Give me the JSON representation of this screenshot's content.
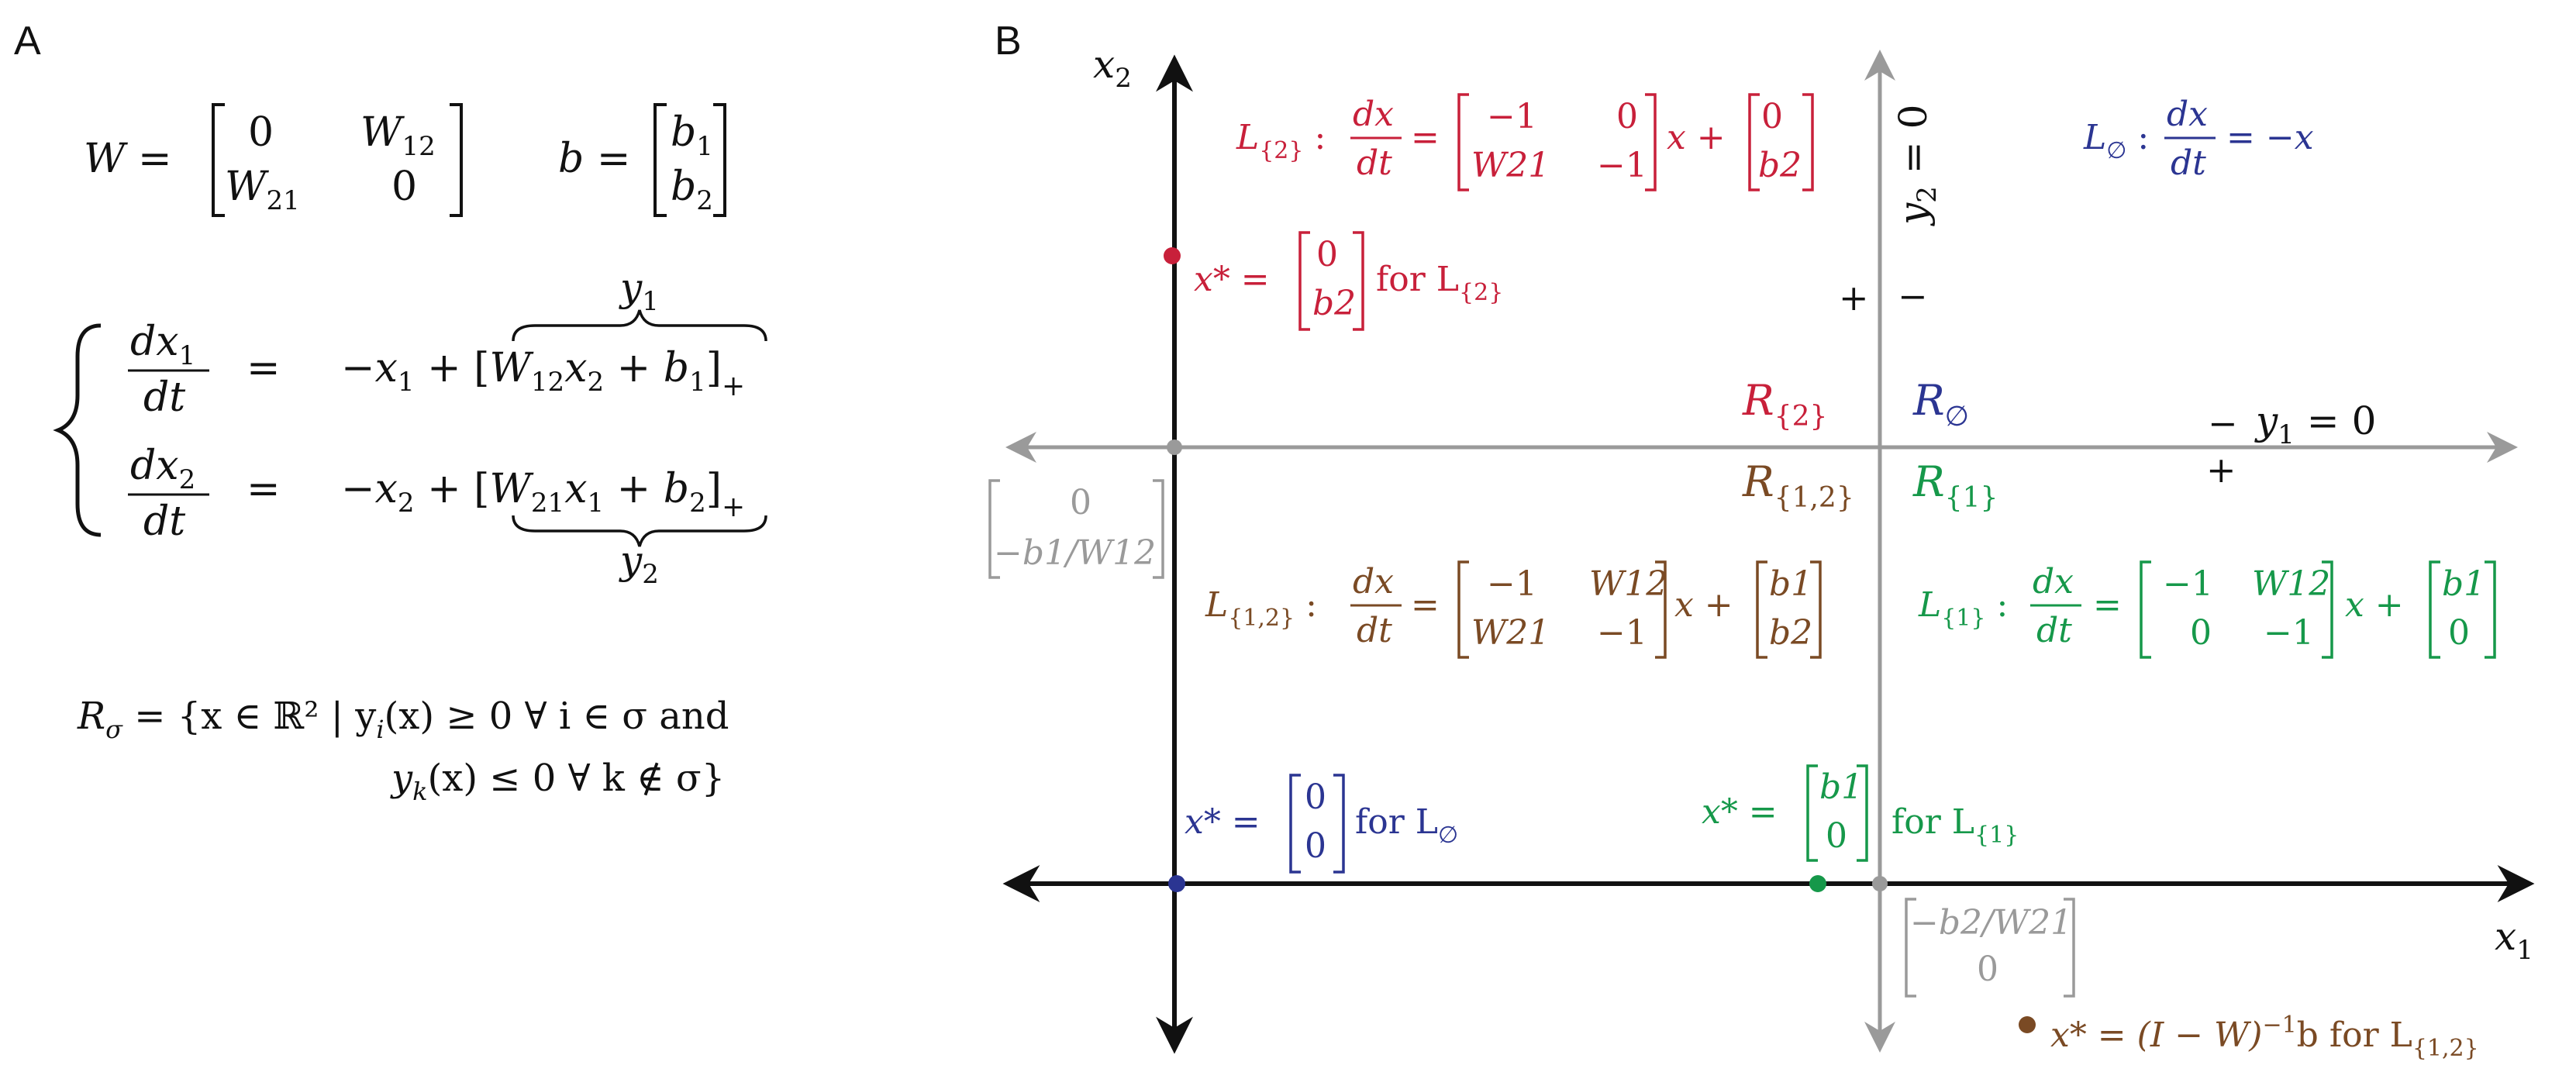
{
  "panel_a": {
    "label": "A",
    "W_lhs": "W =",
    "W_entries": [
      "0",
      "W",
      "12",
      "W",
      "21",
      "0"
    ],
    "b_lhs": "b =",
    "b_entries": [
      "b",
      "1",
      "b",
      "2"
    ],
    "y1_label": "y",
    "y1_sub": "1",
    "y2_label": "y",
    "y2_sub": "2",
    "eq1": {
      "num": "dx",
      "num_sub": "1",
      "den": "dt",
      "eq": "=",
      "rhs_a": "−x",
      "rhs_a_sub": "1",
      "rhs_b": " + [",
      "inner": "W",
      "inner_sub1": "12",
      "inner_mid": "x",
      "inner_sub2": "2",
      "inner_tail": " + b",
      "inner_sub3": "1",
      "close": "]",
      "plus": "+"
    },
    "eq2": {
      "num": "dx",
      "num_sub": "2",
      "den": "dt",
      "eq": "=",
      "rhs_a": "−x",
      "rhs_a_sub": "2",
      "rhs_b": " + [",
      "inner": "W",
      "inner_sub1": "21",
      "inner_mid": "x",
      "inner_sub2": "1",
      "inner_tail": " + b",
      "inner_sub3": "2",
      "close": "]",
      "plus": "+"
    },
    "region_def_1": "R",
    "region_def_1_sub": "σ",
    "region_def_1_rest": " = {x ∈ ℝ² | y",
    "region_def_1_i": "i",
    "region_def_1_tail": "(x) ≥ 0 ∀ i ∈ σ and",
    "region_def_2": "y",
    "region_def_2_k": "k",
    "region_def_2_tail": "(x) ≤ 0 ∀ k ∉ σ}"
  },
  "panel_b": {
    "label": "B",
    "colors": {
      "red": "#c8203a",
      "blue": "#2b3592",
      "brown": "#7a4a24",
      "green": "#16984a",
      "gray": "#999999",
      "black": "#111111"
    },
    "x2_axis": "x",
    "x2_sub": "2",
    "x1_axis": "x",
    "x1_sub": "1",
    "y2_null": "y",
    "y2_null_sub": "2",
    "y2_null_rest": " = 0",
    "y1_null": "y",
    "y1_null_sub": "1",
    "y1_null_rest": " = 0",
    "plus": "+",
    "minus": "−",
    "regions": {
      "r2": {
        "main": "R",
        "sub": "{2}"
      },
      "rempty": {
        "main": "R",
        "sub": "∅"
      },
      "r12": {
        "main": "R",
        "sub": "{1,2}"
      },
      "r1": {
        "main": "R",
        "sub": "{1}"
      }
    },
    "systems": {
      "L2": {
        "name": "L",
        "sub": "{2}",
        "colon": " :",
        "frac_num": "dx",
        "frac_den": "dt",
        "eq": "=",
        "m": [
          "−1",
          "0",
          "W21",
          "−1"
        ],
        "xplus": "x +",
        "v": [
          "0",
          "b2"
        ]
      },
      "Lempty": {
        "name": "L",
        "sub": "∅",
        "colon": " :",
        "frac_num": "dx",
        "frac_den": "dt",
        "rhs": "= −x"
      },
      "L12": {
        "name": "L",
        "sub": "{1,2}",
        "colon": " :",
        "frac_num": "dx",
        "frac_den": "dt",
        "eq": "=",
        "m": [
          "−1",
          "W12",
          "W21",
          "−1"
        ],
        "xplus": "x +",
        "v": [
          "b1",
          "b2"
        ]
      },
      "L1": {
        "name": "L",
        "sub": "{1}",
        "colon": " :",
        "frac_num": "dx",
        "frac_den": "dt",
        "eq": "=",
        "m": [
          "−1",
          "W12",
          "0",
          "−1"
        ],
        "xplus": "x +",
        "v": [
          "b1",
          "0"
        ]
      }
    },
    "fixed_points": {
      "fp2": {
        "lhs": "x* =",
        "v": [
          "0",
          "b2"
        ],
        "for": "for L",
        "sub": "{2}"
      },
      "fpempty": {
        "lhs": "x* =",
        "v": [
          "0",
          "0"
        ],
        "for": "for L",
        "sub": "∅"
      },
      "fp1": {
        "lhs": "x* =",
        "v": [
          "b1",
          "0"
        ],
        "for": "for L",
        "sub": "{1}"
      },
      "fp12": {
        "lhs": "x* = (I − W)",
        "sup": "−1",
        "tail": "b  for L",
        "sub": "{1,2}"
      }
    },
    "gray_vectors": {
      "left": [
        "0",
        "−b1/W12"
      ],
      "bottom": [
        "−b2/W21",
        "0"
      ]
    }
  }
}
